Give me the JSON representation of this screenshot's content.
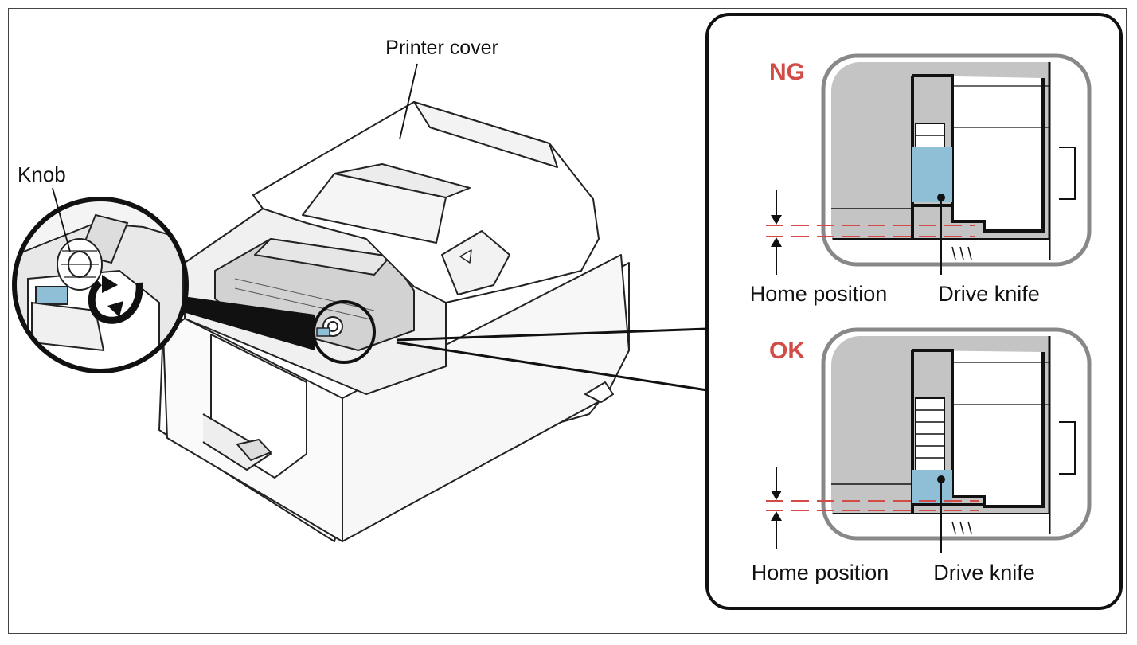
{
  "labels": {
    "printer_cover": "Printer cover",
    "knob": "Knob",
    "ng": "NG",
    "ok": "OK",
    "home_position_ng": "Home position",
    "drive_knife_ng": "Drive knife",
    "home_position_ok": "Home position",
    "drive_knife_ok": "Drive knife"
  },
  "colors": {
    "ng_ok_text": "#d24b47",
    "knife_blue": "#8fbfd6",
    "panel_gray": "#c4c4c4",
    "dashed_red": "#d24b47"
  }
}
